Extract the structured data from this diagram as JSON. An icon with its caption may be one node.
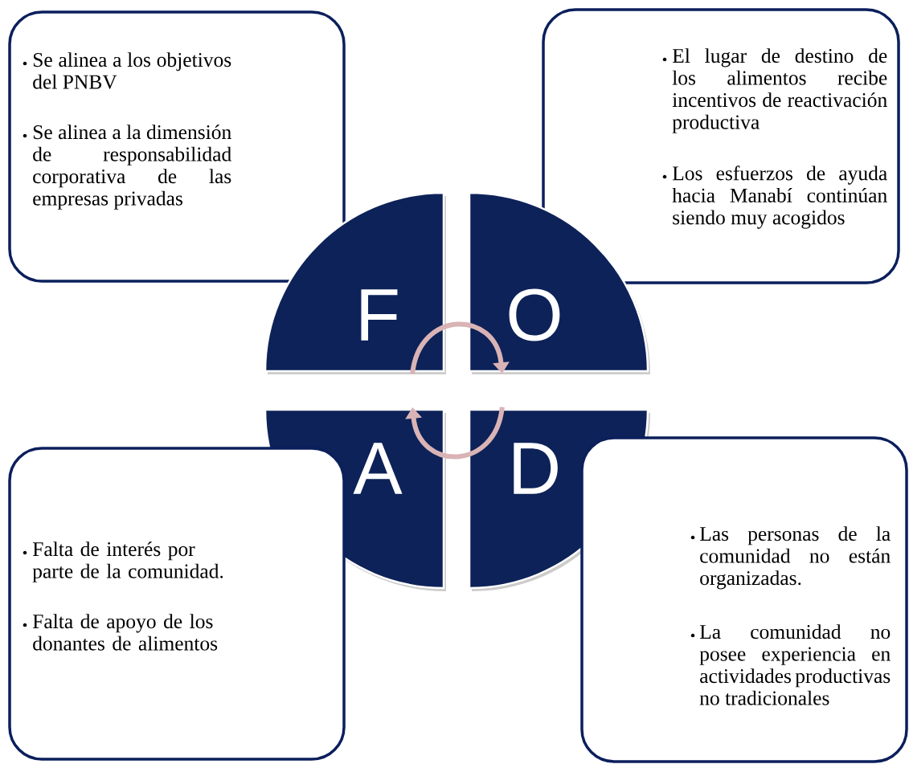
{
  "diagram": {
    "nodes": [
      {
        "text": [
          "Se alinea a los objetivos del PNBV",
          "Se alinea a la dimensión de responsabilidad corporativa de las empresas privadas"
        ]
      },
      {
        "text": [
          "El lugar de destino de los alimentos recibe incentivos de reactivación productiva",
          "Los esfuerzos de ayuda hacia Manabí continúan siendo muy acogidos"
        ]
      },
      {
        "text": [
          "F"
        ]
      },
      {
        "text": [
          "O"
        ]
      },
      {
        "text": [
          "A"
        ]
      },
      {
        "text": [
          "D"
        ]
      },
      {
        "text": [
          "Falta de interés por parte de la comunidad.",
          "Falta de apoyo de los donantes de alimentos"
        ]
      },
      {
        "text": [
          "Las personas de la comunidad no están organizadas.",
          "La comunidad no posee experiencia en actividades productivas no tradicionales"
        ]
      }
    ],
    "edges": [
      {
        "from": 2,
        "to": 3,
        "arrow": "to"
      },
      {
        "from": 5,
        "to": 4,
        "arrow": "to"
      }
    ]
  }
}
